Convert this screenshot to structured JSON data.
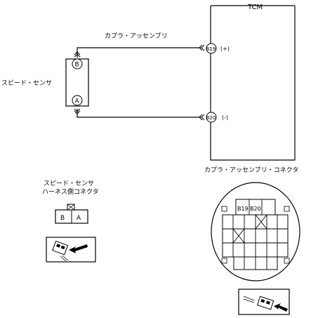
{
  "tcm": {
    "title": "TCM"
  },
  "harness": {
    "label": "カプラ・アッセンブリ",
    "pins": [
      {
        "name": "B19",
        "polarity": "(+)"
      },
      {
        "name": "B20",
        "polarity": "(-)"
      }
    ]
  },
  "sensor": {
    "label": "スピード・センサ",
    "terminals": [
      "B",
      "A"
    ]
  },
  "sensor_connector": {
    "title_line1": "スピード・センサ",
    "title_line2": "ハーネス側コネクタ",
    "pins": [
      "B",
      "A"
    ]
  },
  "coupler_connector": {
    "title": "カプラ・アッセンブリ・コネクタ",
    "pin_labels": [
      "B19",
      "B20"
    ]
  }
}
